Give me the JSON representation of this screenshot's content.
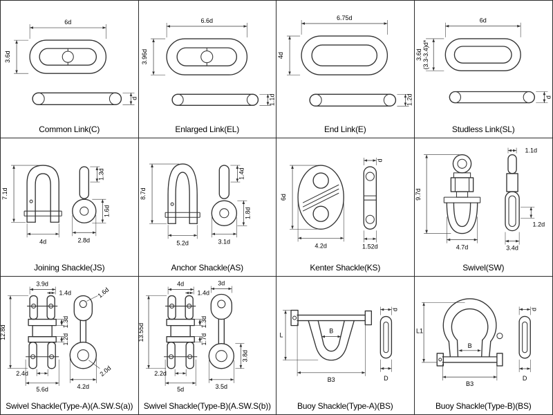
{
  "page": {
    "ink": "#333333",
    "background": "#ffffff"
  },
  "cells": [
    {
      "id": "common-link",
      "caption": "Common Link(C)",
      "labels": {
        "top": "6d",
        "left": "3.6d",
        "bar": "d"
      }
    },
    {
      "id": "enlarged-link",
      "caption": "Enlarged Link(EL)",
      "labels": {
        "top": "6.6d",
        "left": "3.96d",
        "bar": "1.1d"
      }
    },
    {
      "id": "end-link",
      "caption": "End Link(E)",
      "labels": {
        "top": "6.75d",
        "left": "4d",
        "bar": "1.2d"
      }
    },
    {
      "id": "studless-link",
      "caption": "Studless Link(SL)",
      "labels": {
        "top": "6d",
        "left": "3.6d",
        "left2": "(3.3-3.4)d*",
        "bar": "d"
      }
    },
    {
      "id": "joining-shackle",
      "caption": "Joining Shackle(JS)",
      "labels": {
        "left": "7.1d",
        "bottom": "4d",
        "side_top": "1.3d",
        "side_mid": "1.6d",
        "side_bottom": "2.8d"
      }
    },
    {
      "id": "anchor-shackle",
      "caption": "Anchor Shackle(AS)",
      "labels": {
        "left": "8.7d",
        "bottom": "5.2d",
        "side_top": "1.4d",
        "side_mid": "1.8d",
        "side_bottom": "3.1d"
      }
    },
    {
      "id": "kenter-shackle",
      "caption": "Kenter Shackle(KS)",
      "labels": {
        "left": "6d",
        "bottom": "4.2d",
        "side_top": "d",
        "side_bottom": "1.52d"
      }
    },
    {
      "id": "swivel",
      "caption": "Swivel(SW)",
      "labels": {
        "left": "9.7d",
        "bottom": "4.7d",
        "side_top": "1.1d",
        "side_mid": "1.2d",
        "side_bottom": "3.4d"
      }
    },
    {
      "id": "swivel-shackle-a",
      "caption": "Swivel Shackle(Type-A)(A.SW.S(a))",
      "labels": {
        "top": "3.9d",
        "top2": "1.4d",
        "left": "12.8d",
        "mid1": "1.3d",
        "mid2": "1.2d",
        "bottom1": "2.4d",
        "bottom2": "5.6d",
        "side_top": "1.6d",
        "side_bottom": "4.2d",
        "side_diag": "2.0d"
      }
    },
    {
      "id": "swivel-shackle-b",
      "caption": "Swivel Shackle(Type-B)(A.SW.S(b))",
      "labels": {
        "top": "4d",
        "top2": "1.4d",
        "left": "13.55d",
        "mid1": "1.3d",
        "mid2": "1.7d",
        "bottom1": "2.2d",
        "bottom2": "5d",
        "side_top": "3d",
        "side_mid": "3.8d",
        "side_bottom": "3.5d"
      }
    },
    {
      "id": "buoy-shackle-a",
      "caption": "Buoy Shackle(Type-A)(BS)",
      "labels": {
        "left": "L",
        "inner": "B",
        "bottom": "B3",
        "side_top": "d",
        "side_bottom": "D"
      }
    },
    {
      "id": "buoy-shackle-b",
      "caption": "Buoy Shackle(Type-B)(BS)",
      "labels": {
        "left": "L1",
        "inner": "B",
        "bottom": "B3",
        "side_top": "d",
        "side_bottom": "D"
      }
    }
  ]
}
